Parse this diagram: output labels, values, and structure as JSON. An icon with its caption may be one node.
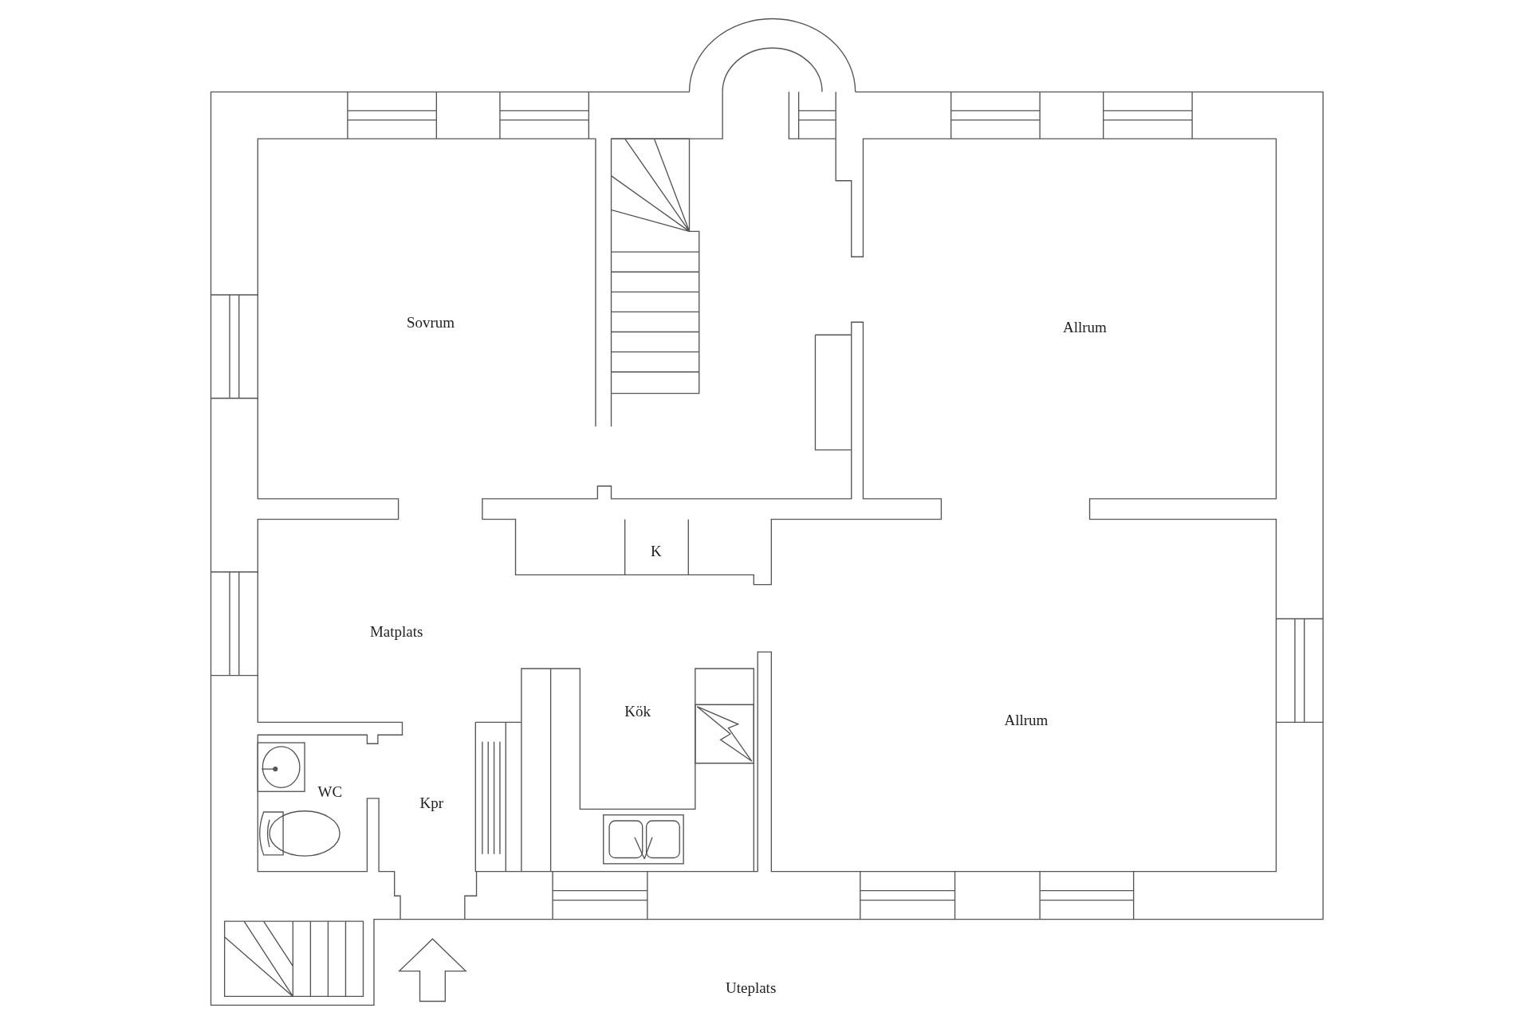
{
  "diagram": {
    "labels": [
      "Sovrum",
      "Allrum",
      "K",
      "Matplats",
      "Kök",
      "Allrum",
      "WC",
      "Kpr",
      "Uteplats"
    ]
  }
}
